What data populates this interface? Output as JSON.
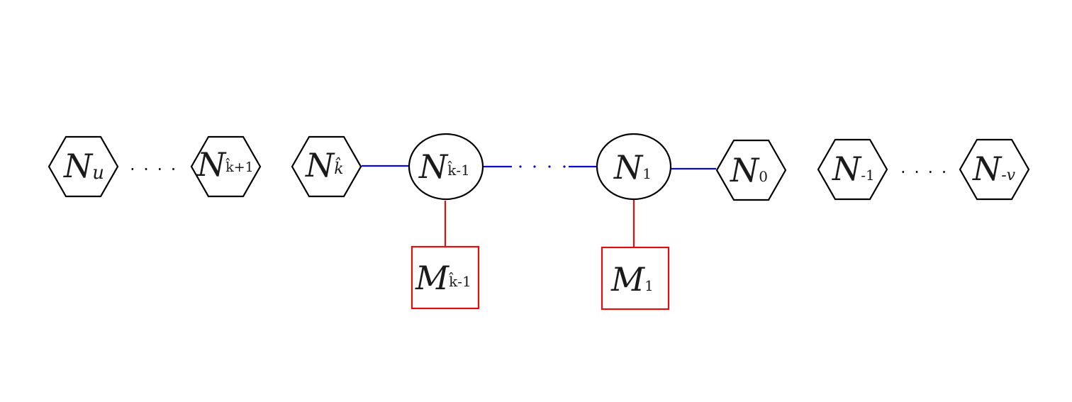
{
  "colors": {
    "outline": "#000000",
    "blue_edge": "#0a0ac8",
    "red_edge": "#e01010"
  },
  "nodes": {
    "n_u": {
      "shape": "hexagon",
      "base": "N",
      "sub": "u"
    },
    "n_khat_p1": {
      "shape": "hexagon",
      "base": "N",
      "sub": "k̂+1"
    },
    "n_khat": {
      "shape": "hexagon",
      "base": "N",
      "sub": "k̂"
    },
    "n_khat_m1": {
      "shape": "ellipse",
      "base": "N",
      "sub": "k̂-1"
    },
    "n_1": {
      "shape": "ellipse",
      "base": "N",
      "sub": "1"
    },
    "n_0": {
      "shape": "hexagon",
      "base": "N",
      "sub": "0"
    },
    "n_m1": {
      "shape": "hexagon",
      "base": "N",
      "sub": "-1"
    },
    "n_mv": {
      "shape": "hexagon",
      "base": "N",
      "sub": "-v"
    },
    "m_khat_m1": {
      "shape": "rectangle",
      "base": "M",
      "sub": "k̂-1"
    },
    "m_1": {
      "shape": "rectangle",
      "base": "M",
      "sub": "1"
    }
  },
  "ellipsis": {
    "left": ". . . .",
    "middle": ". . . .",
    "right": ". . . ."
  },
  "edges": [
    {
      "from": "n_khat",
      "to": "n_khat_m1",
      "color": "blue"
    },
    {
      "from": "n_khat_m1",
      "to": "n_1",
      "color": "blue",
      "style": "dotted-middle"
    },
    {
      "from": "n_1",
      "to": "n_0",
      "color": "blue"
    },
    {
      "from": "n_khat_m1",
      "to": "m_khat_m1",
      "color": "red"
    },
    {
      "from": "n_1",
      "to": "m_1",
      "color": "red"
    }
  ]
}
